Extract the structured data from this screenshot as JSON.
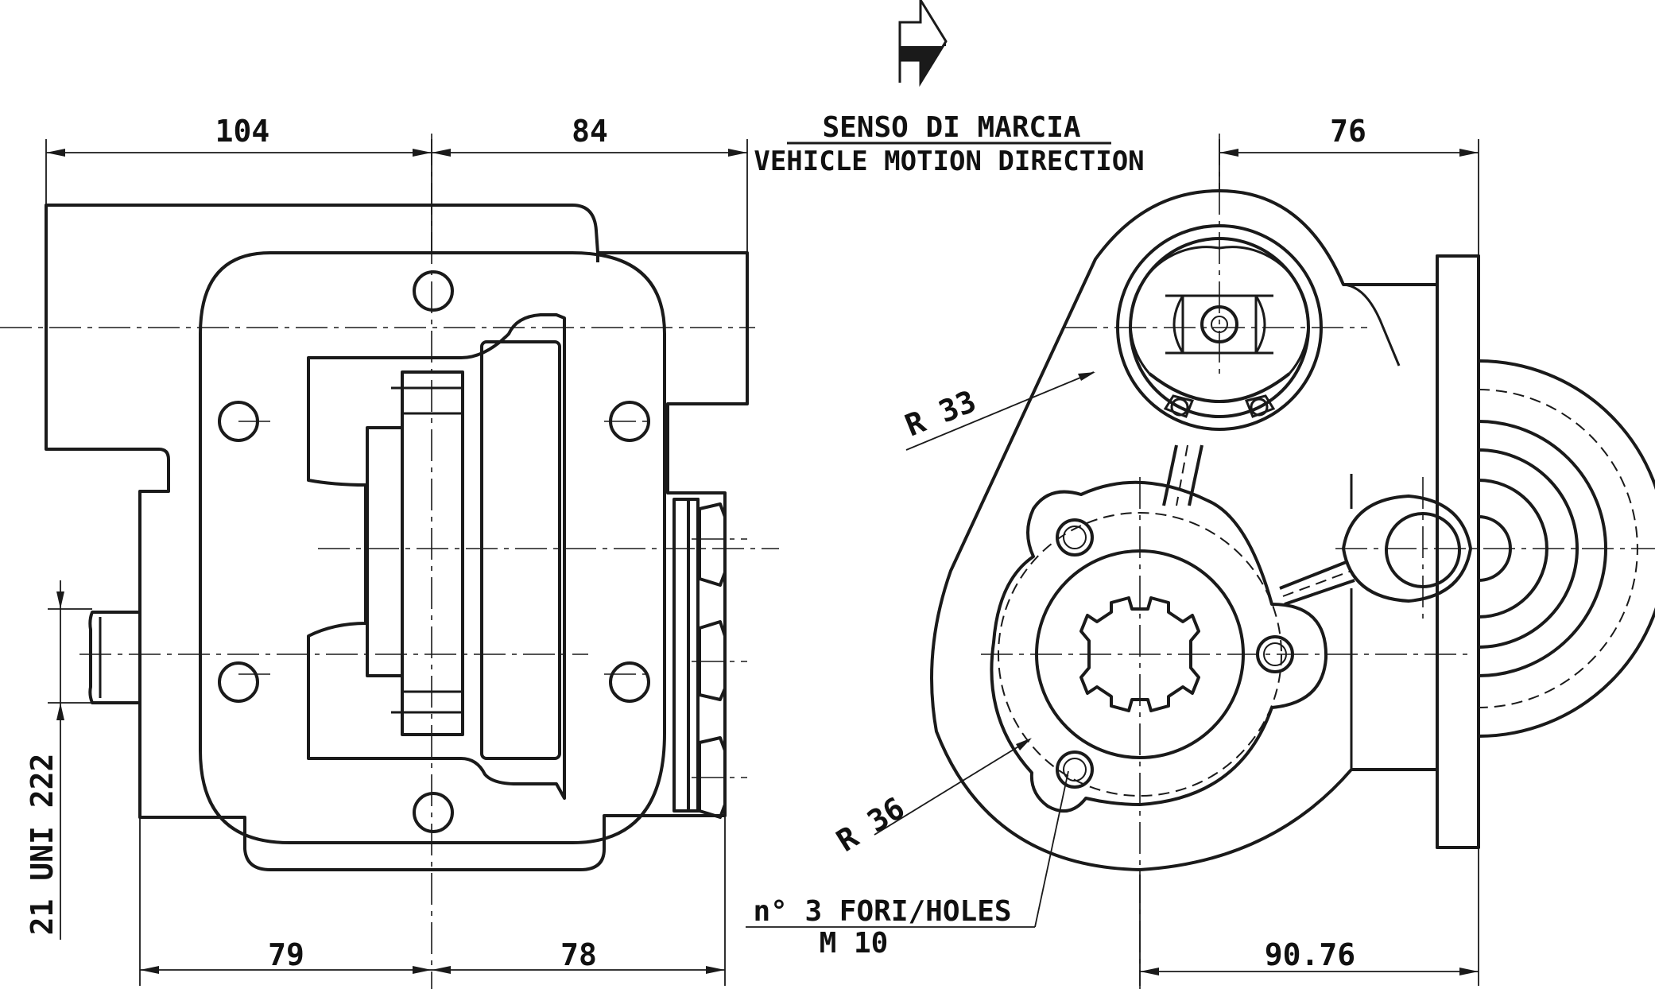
{
  "direction": {
    "label_it": "SENSO DI MARCIA",
    "label_en": "VEHICLE MOTION DIRECTION"
  },
  "dimensions": {
    "top_left": "104",
    "top_middle": "84",
    "top_right": "76",
    "bottom_left": "79",
    "bottom_middle": "78",
    "bottom_right": "90.76",
    "side_vertical": "21 UNI 222",
    "radius_upper": "R 33",
    "radius_lower": "R 36"
  },
  "holes_note": {
    "line1": "n° 3 FORI/HOLES",
    "line2": "M 10"
  }
}
